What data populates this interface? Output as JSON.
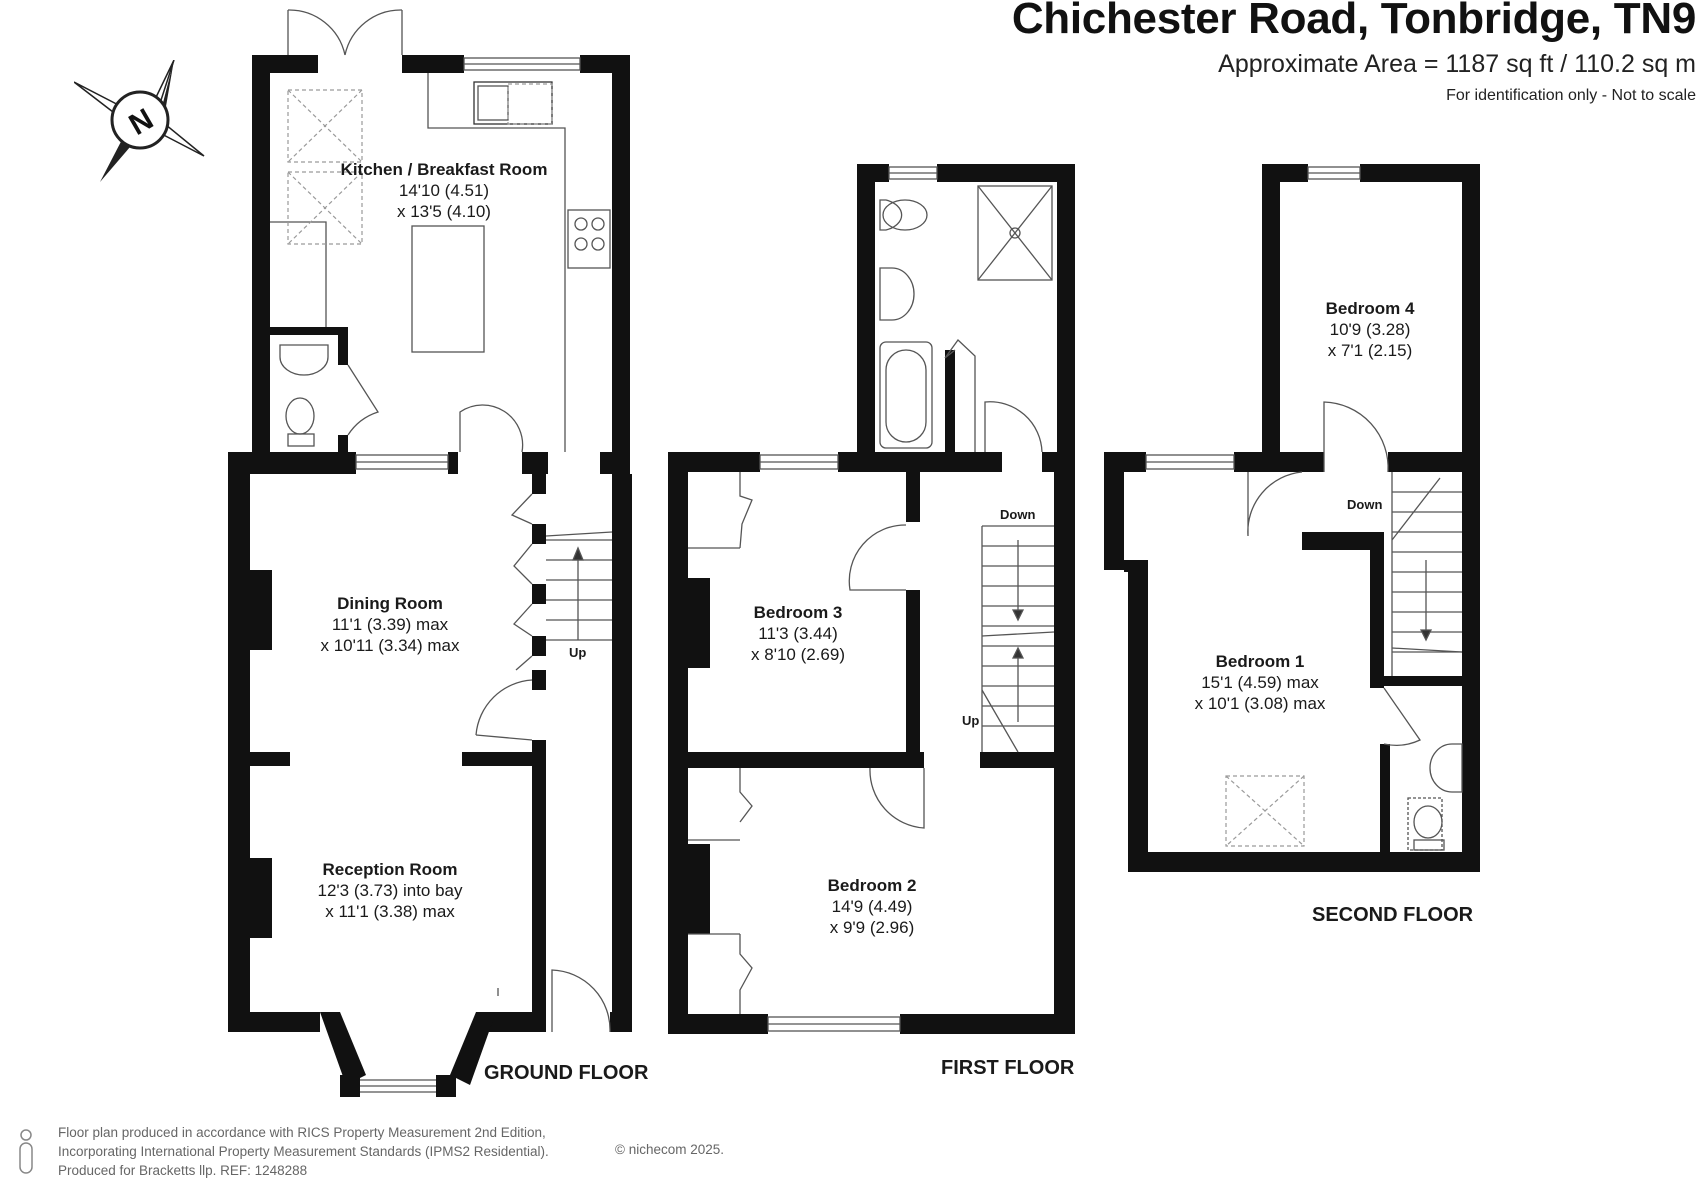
{
  "header": {
    "title": "Chichester Road, Tonbridge, TN9",
    "area": "Approximate Area = 1187 sq ft / 110.2 sq m",
    "note": "For identification only - Not to scale"
  },
  "compass": {
    "letter": "N",
    "icon": "compass-icon"
  },
  "floors": {
    "ground": "GROUND FLOOR",
    "first": "FIRST FLOOR",
    "second": "SECOND FLOOR"
  },
  "rooms": {
    "kitchen": {
      "name": "Kitchen / Breakfast Room",
      "dim1": "14'10 (4.51)",
      "dim2": "x 13'5 (4.10)"
    },
    "dining": {
      "name": "Dining Room",
      "dim1": "11'1 (3.39) max",
      "dim2": "x 10'11 (3.34) max"
    },
    "reception": {
      "name": "Reception Room",
      "dim1": "12'3 (3.73) into bay",
      "dim2": "x 11'1 (3.38) max"
    },
    "bed3": {
      "name": "Bedroom 3",
      "dim1": "11'3 (3.44)",
      "dim2": "x 8'10 (2.69)"
    },
    "bed2": {
      "name": "Bedroom 2",
      "dim1": "14'9 (4.49)",
      "dim2": "x 9'9 (2.96)"
    },
    "bed4": {
      "name": "Bedroom 4",
      "dim1": "10'9 (3.28)",
      "dim2": "x 7'1 (2.15)"
    },
    "bed1": {
      "name": "Bedroom 1",
      "dim1": "15'1 (4.59) max",
      "dim2": "x 10'1 (3.08) max"
    }
  },
  "stairs": {
    "ground_up": "Up",
    "first_down": "Down",
    "first_up": "Up",
    "second_down": "Down"
  },
  "footer": {
    "line1": "Floor plan produced in accordance with RICS Property Measurement 2nd Edition,",
    "line2": "Incorporating International Property Measurement Standards (IPMS2 Residential).",
    "line3": "Produced for Bracketts llp.   REF:  1248288",
    "copyright": "© nichecom 2025.",
    "icon": "info-person-icon"
  },
  "colors": {
    "wall": "#111111",
    "fixture": "#555555",
    "dashed": "#9a9a9a"
  }
}
